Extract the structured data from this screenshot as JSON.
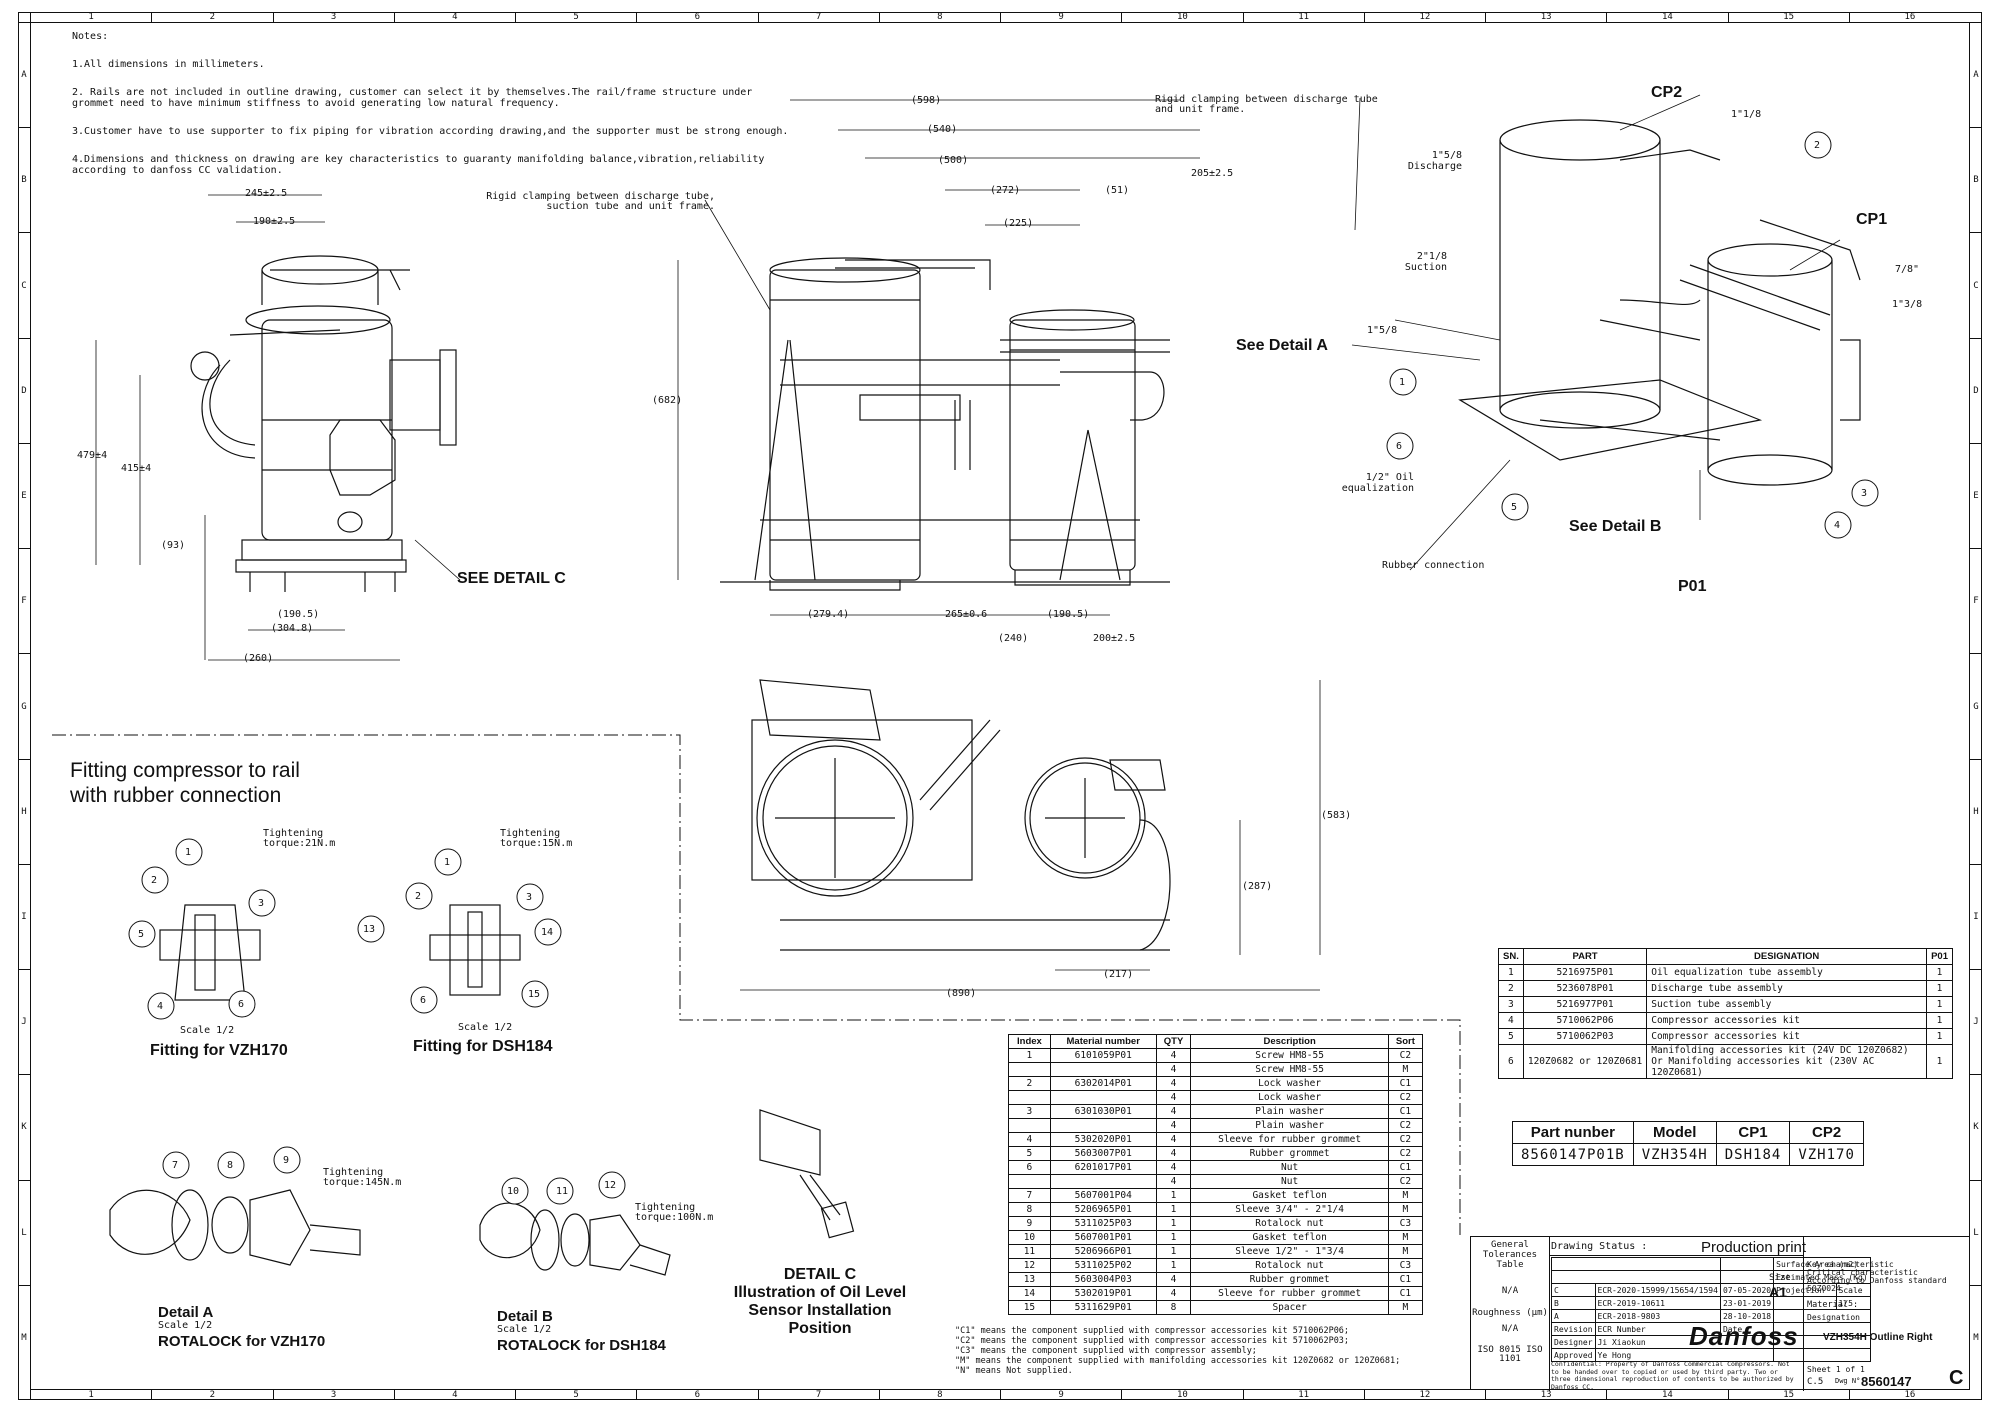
{
  "sheet": {
    "columns": [
      "1",
      "2",
      "3",
      "4",
      "5",
      "6",
      "7",
      "8",
      "9",
      "10",
      "11",
      "12",
      "13",
      "14",
      "15",
      "16"
    ],
    "rows": [
      "A",
      "B",
      "C",
      "D",
      "E",
      "F",
      "G",
      "H",
      "I",
      "J",
      "K",
      "L",
      "M"
    ]
  },
  "notes": {
    "title": "Notes:",
    "items": [
      "1.All dimensions in millimeters.",
      "2. Rails are not included in outline drawing, customer can select it by themselves.The rail/frame structure under grommet need to have minimum stiffness to avoid generating low natural frequency.",
      "3.Customer have to use supporter to fix piping for vibration according drawing,and the supporter must be strong enough.",
      "4.Dimensions and thickness on drawing are key characteristics to guaranty manifolding balance,vibration,reliability according to danfoss CC validation."
    ]
  },
  "side_view": {
    "dims": [
      "245±2.5",
      "190±2.5",
      "479±4",
      "415±4",
      "(93)",
      "(190.5)",
      "(304.8)",
      "(260)"
    ],
    "detail_callout": "SEE DETAIL C"
  },
  "front_view": {
    "dims": [
      "(598)",
      "(540)",
      "(500)",
      "(272)",
      "(225)",
      "(51)",
      "205±2.5",
      "(682)",
      "(279.4)",
      "265±0.6",
      "(190.5)",
      "(240)",
      "200±2.5"
    ],
    "note_left": "Rigid clamping between discharge tube, suction tube and unit frame.",
    "note_right": "Rigid clamping between discharge tube and unit frame."
  },
  "top_view": {
    "dims": [
      "(583)",
      "(287)",
      "(217)",
      "(890)"
    ]
  },
  "iso_view": {
    "labels": {
      "cp2": "CP2",
      "cp1": "CP1",
      "discharge": "1\"5/8 Discharge",
      "suction": "2\"1/8 Suction",
      "d118": "1\"1/8",
      "d78": "7/8\"",
      "d138": "1\"3/8",
      "d158": "1\"5/8",
      "see_a": "See Detail A",
      "see_b": "See Detail B",
      "oil": "1/2\" Oil equalization",
      "rubber": "Rubber connection",
      "p01": "P01"
    },
    "balloons": [
      "1",
      "2",
      "3",
      "4",
      "5",
      "6"
    ]
  },
  "fitting": {
    "title_line1": "Fitting compressor to rail",
    "title_line2": "with rubber connection",
    "vzh": {
      "torque": "Tightening torque:21N.m",
      "scale": "Scale 1/2",
      "caption": "Fitting for VZH170",
      "balloons": [
        "1",
        "2",
        "3",
        "4",
        "5",
        "6"
      ]
    },
    "dsh": {
      "torque": "Tightening torque:15N.m",
      "scale": "Scale 1/2",
      "caption": "Fitting for DSH184",
      "balloons": [
        "1",
        "2",
        "3",
        "13",
        "14",
        "6",
        "15"
      ]
    }
  },
  "detail_a": {
    "torque": "Tightening torque:145N.m",
    "title": "Detail A",
    "scale": "Scale 1/2",
    "caption": "ROTALOCK for VZH170",
    "balloons": [
      "7",
      "8",
      "9"
    ]
  },
  "detail_b": {
    "torque": "Tightening torque:100N.m",
    "title": "Detail B",
    "scale": "Scale 1/2",
    "caption": "ROTALOCK for DSH184",
    "balloons": [
      "10",
      "11",
      "12"
    ]
  },
  "detail_c": {
    "lines": [
      "DETAIL C",
      "Illustration of Oil Level",
      "Sensor Installation",
      "Position"
    ]
  },
  "parts_table": {
    "headers": [
      "SN.",
      "PART",
      "DESIGNATION",
      "P01"
    ],
    "rows": [
      [
        "1",
        "5216975P01",
        "Oil equalization tube assembly",
        "1"
      ],
      [
        "2",
        "5236078P01",
        "Discharge tube assembly",
        "1"
      ],
      [
        "3",
        "5216977P01",
        "Suction tube assembly",
        "1"
      ],
      [
        "4",
        "5710062P06",
        "Compressor accessories kit",
        "1"
      ],
      [
        "5",
        "5710062P03",
        "Compressor accessories kit",
        "1"
      ],
      [
        "6",
        "120Z0682 or 120Z0681",
        "Manifolding accessories kit (24V DC 120Z0682) Or Manifolding accessories kit (230V AC 120Z0681)",
        "1"
      ]
    ]
  },
  "model_table": {
    "headers": [
      "Part nunber",
      "Model",
      "CP1",
      "CP2"
    ],
    "row": [
      "8560147P01B",
      "VZH354H",
      "DSH184",
      "VZH170"
    ]
  },
  "material_table": {
    "headers": [
      "Index",
      "Material number",
      "QTY",
      "Description",
      "Sort"
    ],
    "rows": [
      [
        "1",
        "6101059P01",
        "4",
        "Screw HM8-55",
        "C2"
      ],
      [
        "",
        "",
        "4",
        "Screw HM8-55",
        "M"
      ],
      [
        "2",
        "6302014P01",
        "4",
        "Lock washer",
        "C1"
      ],
      [
        "",
        "",
        "4",
        "Lock washer",
        "C2"
      ],
      [
        "3",
        "6301030P01",
        "4",
        "Plain washer",
        "C1"
      ],
      [
        "",
        "",
        "4",
        "Plain washer",
        "C2"
      ],
      [
        "4",
        "5302020P01",
        "4",
        "Sleeve for rubber grommet",
        "C2"
      ],
      [
        "5",
        "5603007P01",
        "4",
        "Rubber grommet",
        "C2"
      ],
      [
        "6",
        "6201017P01",
        "4",
        "Nut",
        "C1"
      ],
      [
        "",
        "",
        "4",
        "Nut",
        "C2"
      ],
      [
        "7",
        "5607001P04",
        "1",
        "Gasket teflon",
        "M"
      ],
      [
        "8",
        "5206965P01",
        "1",
        "Sleeve 3/4\" - 2\"1/4",
        "M"
      ],
      [
        "9",
        "5311025P03",
        "1",
        "Rotalock nut",
        "C3"
      ],
      [
        "10",
        "5607001P01",
        "1",
        "Gasket teflon",
        "M"
      ],
      [
        "11",
        "5206966P01",
        "1",
        "Sleeve 1/2\" - 1\"3/4",
        "M"
      ],
      [
        "12",
        "5311025P02",
        "1",
        "Rotalock nut",
        "C3"
      ],
      [
        "13",
        "5603004P03",
        "4",
        "Rubber grommet",
        "C1"
      ],
      [
        "14",
        "5302019P01",
        "4",
        "Sleeve for rubber grommet",
        "C1"
      ],
      [
        "15",
        "5311629P01",
        "8",
        "Spacer",
        "M"
      ]
    ]
  },
  "footnotes": [
    "\"C1\" means the component supplied with compressor accessories kit 5710062P06;",
    "\"C2\" means the component supplied with compressor accessories kit 5710062P03;",
    "\"C3\" means the component supplied with compressor assembly;",
    "\"M\" means the component supplied with manifolding accessories kit 120Z0682 or 120Z0681;",
    "\"N\" means Not supplied."
  ],
  "title_block": {
    "general_tol": "General Tolerances Table",
    "na1": "N/A",
    "roughness": "Roughness (µm)",
    "na2": "N/A",
    "iso": "ISO 8015 ISO 1101",
    "drawing_status_label": "Drawing Status :",
    "drawing_status": "Production print",
    "surface": "Surface Area (m2)",
    "mass": "Estimated Mass (Kg)",
    "projection": "Projection",
    "scale_label": "Scale",
    "scale": "1/5",
    "size_label": "Size",
    "size": "A1",
    "revisions": [
      [
        "C",
        "ECR-2020-15999/15654/1594",
        "07-05-2020"
      ],
      [
        "B",
        "ECR-2019-10611",
        "23-01-2019"
      ],
      [
        "A",
        "ECR-2018-9803",
        "28-10-2018"
      ]
    ],
    "rev_headers": [
      "Revision",
      "ECR Number",
      "Date"
    ],
    "designer_label": "Designer",
    "designer": "Ji Xiaokun",
    "approved_label": "Approved",
    "approved": "Ye Hong",
    "confidential": "Confidential: Property of Danfoss Commercial Compressors. Not to be handed over to copied or used by third party. Two or three dimensional reproduction of contents to be authorized by Danfoss CC.",
    "brand": "Danfoss",
    "key_char": "Key characteristic",
    "crit_char": "Critical characteristic",
    "according": "According to Danfoss standard 50Z0024",
    "material_label": "Material :",
    "designation_label": "Designation",
    "designation": "VZH354H Outline Right",
    "sheet": "Sheet 1 of 1",
    "dwg_prefix": "C.5",
    "dwg_label": "Dwg N°",
    "dwg_no": "8560147",
    "rev": "C"
  }
}
